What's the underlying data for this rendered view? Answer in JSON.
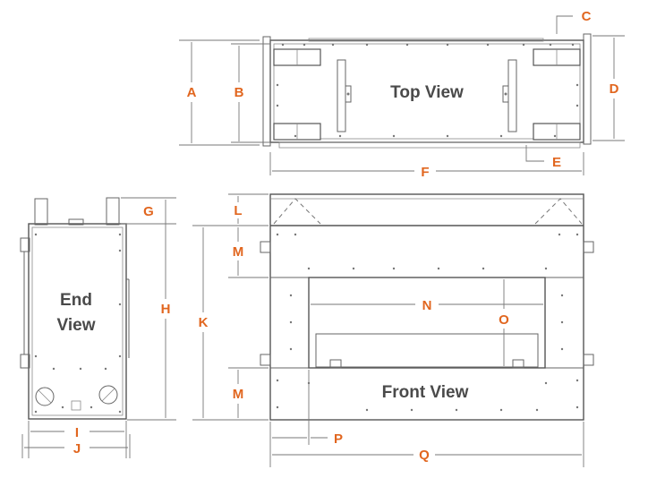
{
  "views": {
    "top": "Top View",
    "front": "Front View",
    "end_line1": "End",
    "end_line2": "View"
  },
  "labels": {
    "A": "A",
    "B": "B",
    "C": "C",
    "D": "D",
    "E": "E",
    "F": "F",
    "G": "G",
    "H": "H",
    "I": "I",
    "J": "J",
    "K": "K",
    "L": "L",
    "M": "M",
    "N": "N",
    "O": "O",
    "P": "P",
    "Q": "Q"
  },
  "colors": {
    "label": "#e1661f",
    "title": "#4a4a4a",
    "line": "#555555"
  }
}
